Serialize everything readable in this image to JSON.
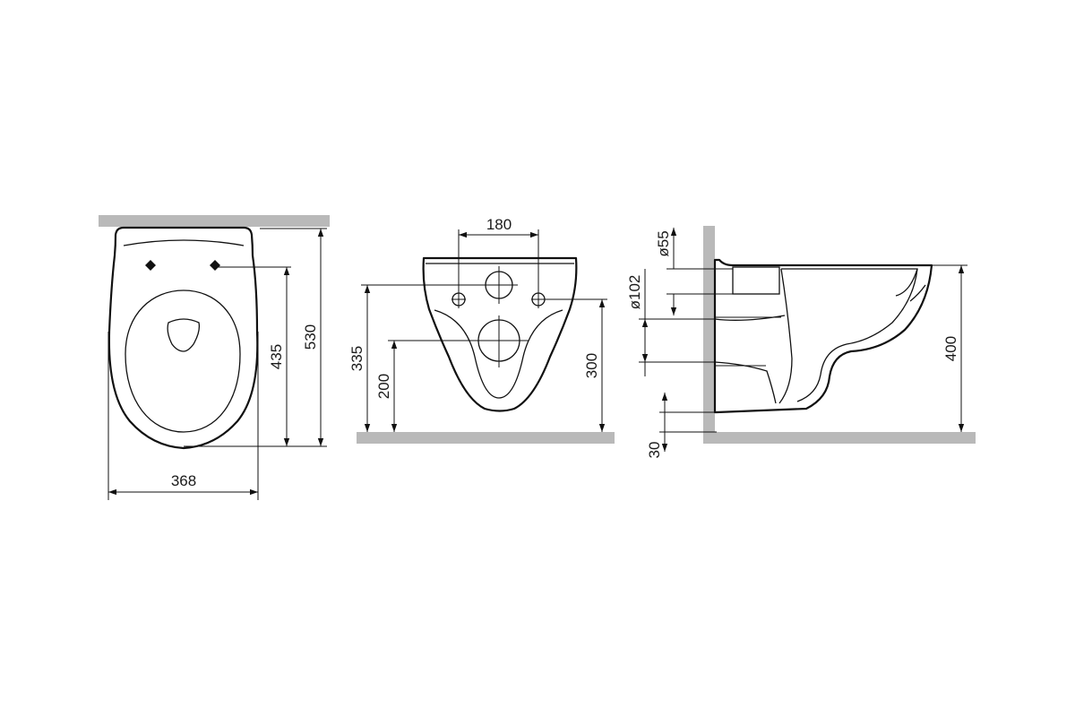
{
  "drawing": {
    "colors": {
      "line": "#111111",
      "wall": "#b9b9b9",
      "background": "#ffffff"
    },
    "top_view": {
      "width": "368",
      "depth_overall": "530",
      "depth_to_bolts": "435"
    },
    "front_view": {
      "bolt_spacing": "180",
      "bolt_height": "335",
      "outlet_height": "200",
      "underside_height": "300"
    },
    "side_view": {
      "inlet_diameter": "ø55",
      "outlet_diameter": "ø102",
      "rim_height": "400",
      "clearance": "30"
    }
  }
}
